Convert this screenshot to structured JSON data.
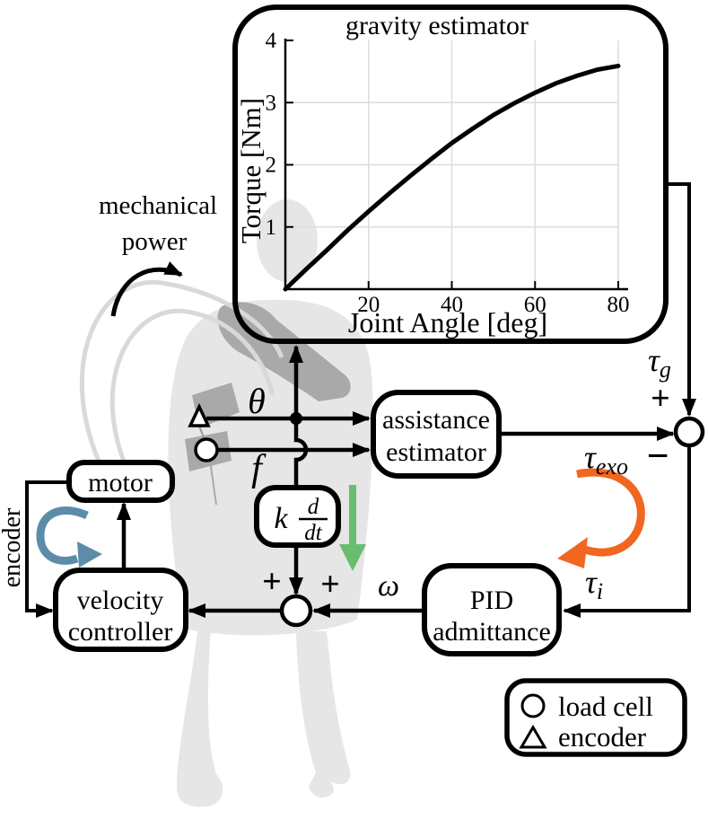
{
  "diagram": {
    "blocks": {
      "gravity_estimator_title": "gravity estimator",
      "assistance_line1": "assistance",
      "assistance_line2": "estimator",
      "pid_line1": "PID",
      "pid_line2": "admittance",
      "velocity_line1": "velocity",
      "velocity_line2": "controller",
      "motor": "motor",
      "gain_k": "k",
      "gain_num": "d",
      "gain_den": "dt"
    },
    "signals": {
      "theta": "θ",
      "f": "f",
      "omega": "ω",
      "tau": "τ",
      "tau_g_sub": "g",
      "tau_exo_sub": "exo",
      "tau_i_sub": "i",
      "plus": "+",
      "minus": "−"
    },
    "annotations": {
      "mechanical": "mechanical",
      "power": "power",
      "encoder_side": "encoder"
    },
    "legend": {
      "load_cell": "load cell",
      "encoder": "encoder"
    }
  },
  "colors": {
    "black": "#000000",
    "green_arrow": "#69bd6e",
    "blue_arrow": "#5d8ca9",
    "orange_arrow": "#f2661f",
    "silhouette": "#e6e6e6",
    "harness": "#a9a9a9",
    "cable": "#d9d9d9",
    "grid": "#dcdcdc"
  },
  "chart_data": {
    "type": "line",
    "title": "gravity estimator",
    "xlabel": "Joint Angle [deg]",
    "ylabel": "Torque [Nm]",
    "xlim": [
      0,
      80
    ],
    "ylim": [
      0,
      4
    ],
    "xticks": [
      20,
      40,
      60,
      80
    ],
    "yticks": [
      1,
      2,
      3,
      4
    ],
    "xgrid": [
      20,
      40,
      60,
      80
    ],
    "ygrid": [
      1,
      2,
      3
    ],
    "x": [
      0,
      5,
      10,
      15,
      20,
      25,
      30,
      35,
      40,
      45,
      50,
      55,
      60,
      65,
      70,
      75,
      80
    ],
    "y": [
      0,
      0.32,
      0.63,
      0.95,
      1.25,
      1.54,
      1.82,
      2.09,
      2.35,
      2.58,
      2.8,
      2.99,
      3.16,
      3.31,
      3.43,
      3.53,
      3.59
    ],
    "grid": true,
    "legend_position": "none"
  }
}
